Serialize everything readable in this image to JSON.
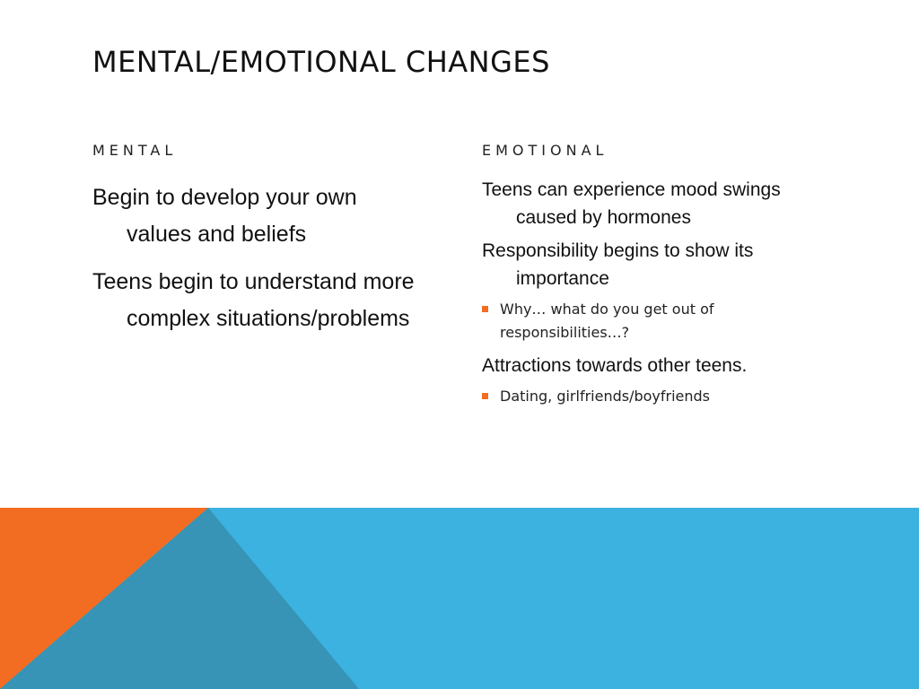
{
  "slide": {
    "title": "MENTAL/EMOTIONAL CHANGES",
    "left_column": {
      "header": "MENTAL",
      "paragraphs": [
        "Begin to develop your own values and beliefs",
        "Teens begin to understand more complex situations/problems"
      ]
    },
    "right_column": {
      "header": "EMOTIONAL",
      "items": [
        {
          "text": "Teens can experience mood swings caused by hormones"
        },
        {
          "text": "Responsibility begins to show its importance"
        },
        {
          "sub": "Why…  what do you get out of responsibilities…?"
        },
        {
          "text": "Attractions towards other teens."
        },
        {
          "sub": "Dating, girlfriends/boyfriends"
        }
      ]
    }
  },
  "colors": {
    "orange": "#f26d21",
    "light_blue": "#3bb2df",
    "steel_blue": "#3894b6",
    "bullet": "#f26d21"
  }
}
